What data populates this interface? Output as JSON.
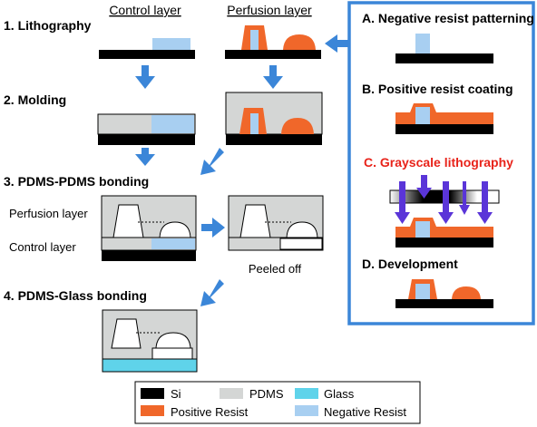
{
  "columns": {
    "control": "Control layer",
    "perfusion": "Perfusion layer"
  },
  "steps": {
    "s1": "1. Lithography",
    "s2": "2. Molding",
    "s3": "3. PDMS-PDMS bonding",
    "s4": "4. PDMS-Glass bonding"
  },
  "labels": {
    "perfusion_layer": "Perfusion layer",
    "control_layer": "Control layer",
    "peeled_off": "Peeled off"
  },
  "panel": {
    "a": "A. Negative resist patterning",
    "b": "B. Positive resist coating",
    "c": "C. Grayscale  lithography",
    "d": "D. Development",
    "highlight_color": "#e8231a",
    "border_color": "#3b86d8"
  },
  "legend": [
    {
      "label": "Si",
      "color": "#000000"
    },
    {
      "label": "PDMS",
      "color": "#d4d6d5"
    },
    {
      "label": "Glass",
      "color": "#5fd3ea"
    },
    {
      "label": "Positive Resist",
      "color": "#f0672a"
    },
    {
      "label": "Negative Resist",
      "color": "#a8cff1"
    }
  ],
  "colors": {
    "si": "#000000",
    "pdms": "#d4d6d5",
    "glass": "#5fd3ea",
    "positive_resist": "#f0672a",
    "negative_resist": "#a8cff1",
    "arrow": "#3b86d8",
    "uv": "#5a35d8"
  }
}
